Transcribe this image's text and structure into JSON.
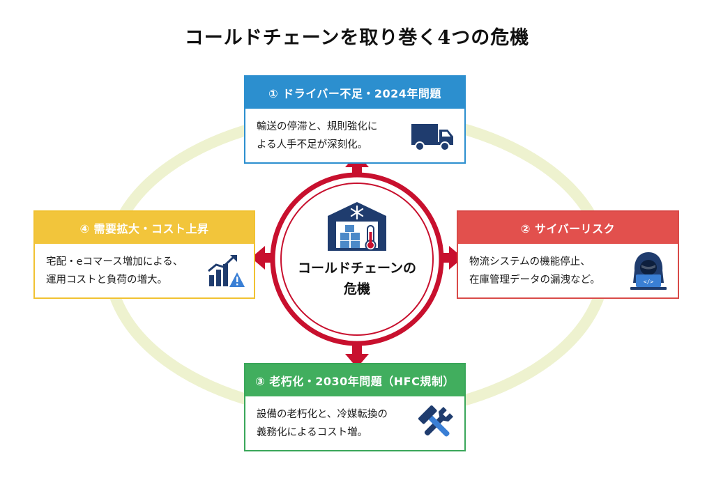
{
  "title": "コールドチェーンを取り巻く4つの危機",
  "center": {
    "label": "コールドチェーンの\n危機"
  },
  "colors": {
    "ring": "#c8102e",
    "ellipse": "#eef2cf",
    "navy": "#1f3c6e",
    "card1": "#2c8fcf",
    "card2": "#e2504d",
    "card3": "#41ae5e",
    "card4": "#f2c53b"
  },
  "cards": [
    {
      "number": "①",
      "header": "① ドライバー不足・2024年問題",
      "body": "輸送の停滞と、規則強化に\nよる人手不足が深刻化。",
      "icon": "truck-icon"
    },
    {
      "number": "②",
      "header": "② サイバーリスク",
      "body": "物流システムの機能停止、\n在庫管理データの漏洩など。",
      "icon": "hacker-laptop-icon"
    },
    {
      "number": "③",
      "header": "③ 老朽化・2030年問題（HFC規制）",
      "body": "設備の老朽化と、冷媒転換の\n義務化によるコスト増。",
      "icon": "tools-icon"
    },
    {
      "number": "④",
      "header": "④ 需要拡大・コスト上昇",
      "body": "宅配・eコマース増加による、\n運用コストと負荷の増大。",
      "icon": "rising-chart-warning-icon"
    }
  ]
}
